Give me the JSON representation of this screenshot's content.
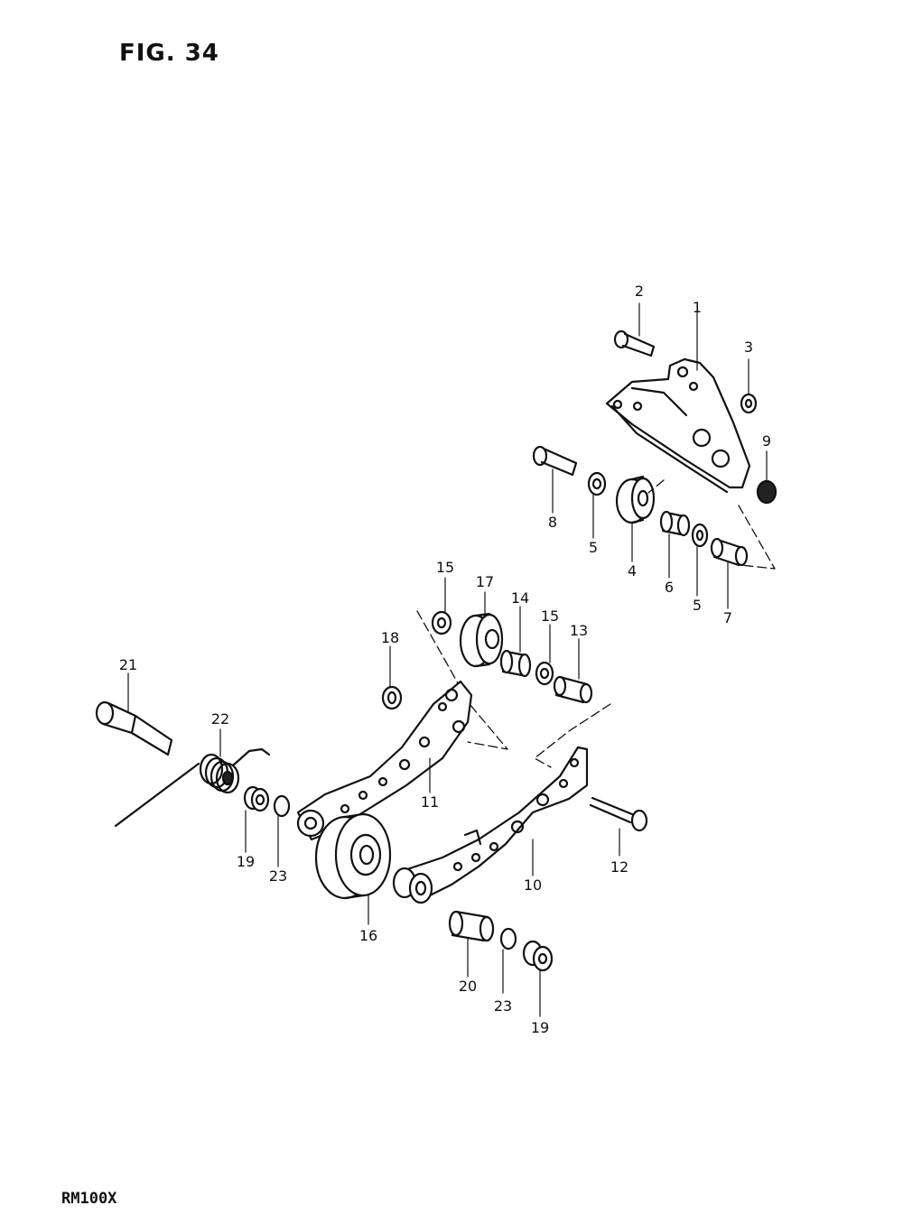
{
  "figure_title": "FIG. 34",
  "model_code": "RM100X",
  "callouts": [
    {
      "id": "c2",
      "text": "2"
    },
    {
      "id": "c1",
      "text": "1"
    },
    {
      "id": "c3",
      "text": "3"
    },
    {
      "id": "c9",
      "text": "9"
    },
    {
      "id": "c8",
      "text": "8"
    },
    {
      "id": "c5a",
      "text": "5"
    },
    {
      "id": "c4",
      "text": "4"
    },
    {
      "id": "c6",
      "text": "6"
    },
    {
      "id": "c5b",
      "text": "5"
    },
    {
      "id": "c7",
      "text": "7"
    },
    {
      "id": "c15a",
      "text": "15"
    },
    {
      "id": "c17",
      "text": "17"
    },
    {
      "id": "c14",
      "text": "14"
    },
    {
      "id": "c15b",
      "text": "15"
    },
    {
      "id": "c13",
      "text": "13"
    },
    {
      "id": "c18",
      "text": "18"
    },
    {
      "id": "c21",
      "text": "21"
    },
    {
      "id": "c22",
      "text": "22"
    },
    {
      "id": "c11",
      "text": "11"
    },
    {
      "id": "c19a",
      "text": "19"
    },
    {
      "id": "c23a",
      "text": "23"
    },
    {
      "id": "c16",
      "text": "16"
    },
    {
      "id": "c10",
      "text": "10"
    },
    {
      "id": "c12",
      "text": "12"
    },
    {
      "id": "c20",
      "text": "20"
    },
    {
      "id": "c23b",
      "text": "23"
    },
    {
      "id": "c19b",
      "text": "19"
    }
  ]
}
